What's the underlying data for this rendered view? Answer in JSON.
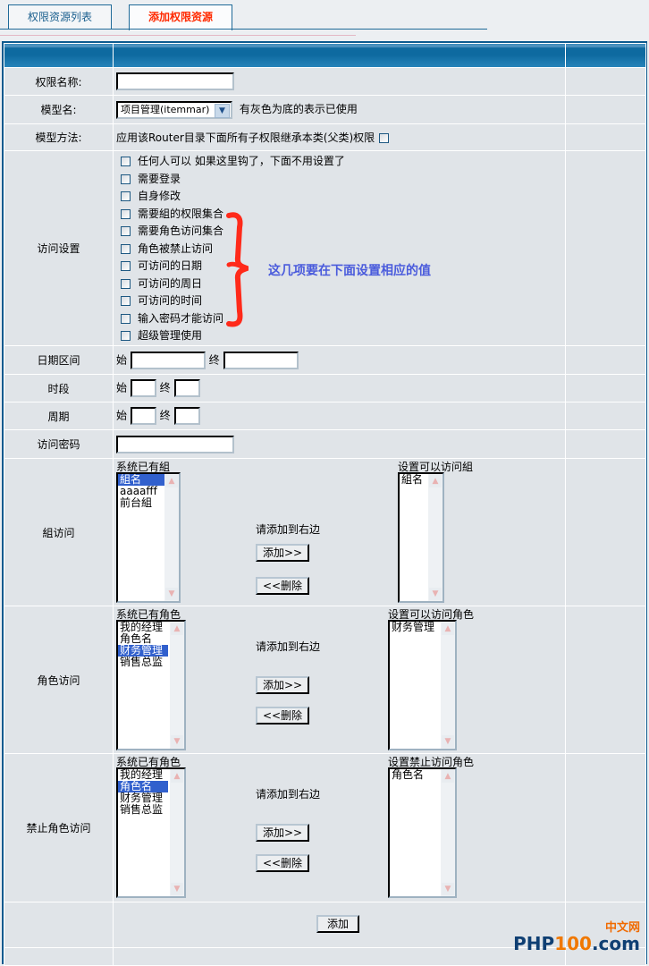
{
  "tabs": [
    {
      "label": "权限资源列表",
      "active": false
    },
    {
      "label": "添加权限资源",
      "active": true
    }
  ],
  "form": {
    "perm_name": {
      "label": "权限名称:",
      "value": ""
    },
    "model_name": {
      "label": "模型名:",
      "selected": "项目管理(itemmar)",
      "hint": "有灰色为底的表示已使用"
    },
    "model_method": {
      "label": "模型方法:",
      "text": "应用该Router目录下面所有子权限继承本类(父类)权限",
      "checked": false
    },
    "access": {
      "label": "访问设置",
      "options": [
        {
          "label": "任何人可以 如果这里钩了，下面不用设置了",
          "checked": false
        },
        {
          "label": "需要登录",
          "checked": false
        },
        {
          "label": "自身修改",
          "checked": false
        },
        {
          "label": "需要組的权限集合",
          "checked": false
        },
        {
          "label": "需要角色访问集合",
          "checked": false
        },
        {
          "label": "角色被禁止访问",
          "checked": false
        },
        {
          "label": "可访问的日期",
          "checked": false
        },
        {
          "label": "可访问的周日",
          "checked": false
        },
        {
          "label": "可访问的时间",
          "checked": false
        },
        {
          "label": "输入密码才能访问",
          "checked": false
        },
        {
          "label": "超级管理使用",
          "checked": false
        }
      ],
      "annotation": "这几项要在下面设置相应的值",
      "annotation_color": "#4a5bdc",
      "brace_color": "#ff2a1a"
    },
    "date_range": {
      "label": "日期区间",
      "start_label": "始",
      "end_label": "终",
      "start": "",
      "end": ""
    },
    "time_range": {
      "label": "时段",
      "start_label": "始",
      "end_label": "终",
      "start": "",
      "end": ""
    },
    "week_range": {
      "label": "周期",
      "start_label": "始",
      "end_label": "终",
      "start": "",
      "end": ""
    },
    "password": {
      "label": "访问密码",
      "value": ""
    },
    "group_access": {
      "label": "組访问",
      "left_title": "系统已有組",
      "left_items": [
        "組名",
        "aaaafff",
        "前台組"
      ],
      "left_selected": 0,
      "hint": "请添加到右边",
      "add_label": "添加>>",
      "remove_label": "<<删除",
      "right_title": "设置可以访问組",
      "right_items": [
        "組名"
      ]
    },
    "role_access": {
      "label": "角色访问",
      "left_title": "系统已有角色",
      "left_items": [
        "我的经理",
        "角色名",
        "财务管理",
        "销售总监"
      ],
      "left_selected": 2,
      "hint": "请添加到右边",
      "add_label": "添加>>",
      "remove_label": "<<删除",
      "right_title": "设置可以访问角色",
      "right_items": [
        "财务管理"
      ]
    },
    "role_deny": {
      "label": "禁止角色访问",
      "left_title": "系统已有角色",
      "left_items": [
        "我的经理",
        "角色名",
        "财务管理",
        "销售总监"
      ],
      "left_selected": 1,
      "hint": "请添加到右边",
      "add_label": "添加>>",
      "remove_label": "<<删除",
      "right_title": "设置禁止访问角色",
      "right_items": [
        "角色名"
      ]
    },
    "submit_label": "添加"
  },
  "watermark": {
    "cn": "中文网",
    "en_prefix": "PHP",
    "en_num": "100",
    "en_suffix": ".com"
  },
  "colors": {
    "header_blue": "#0e6aa0",
    "frame_border": "#0d5a8e",
    "active_tab_text": "#ff2a00",
    "selected_option": "#3160cd"
  }
}
